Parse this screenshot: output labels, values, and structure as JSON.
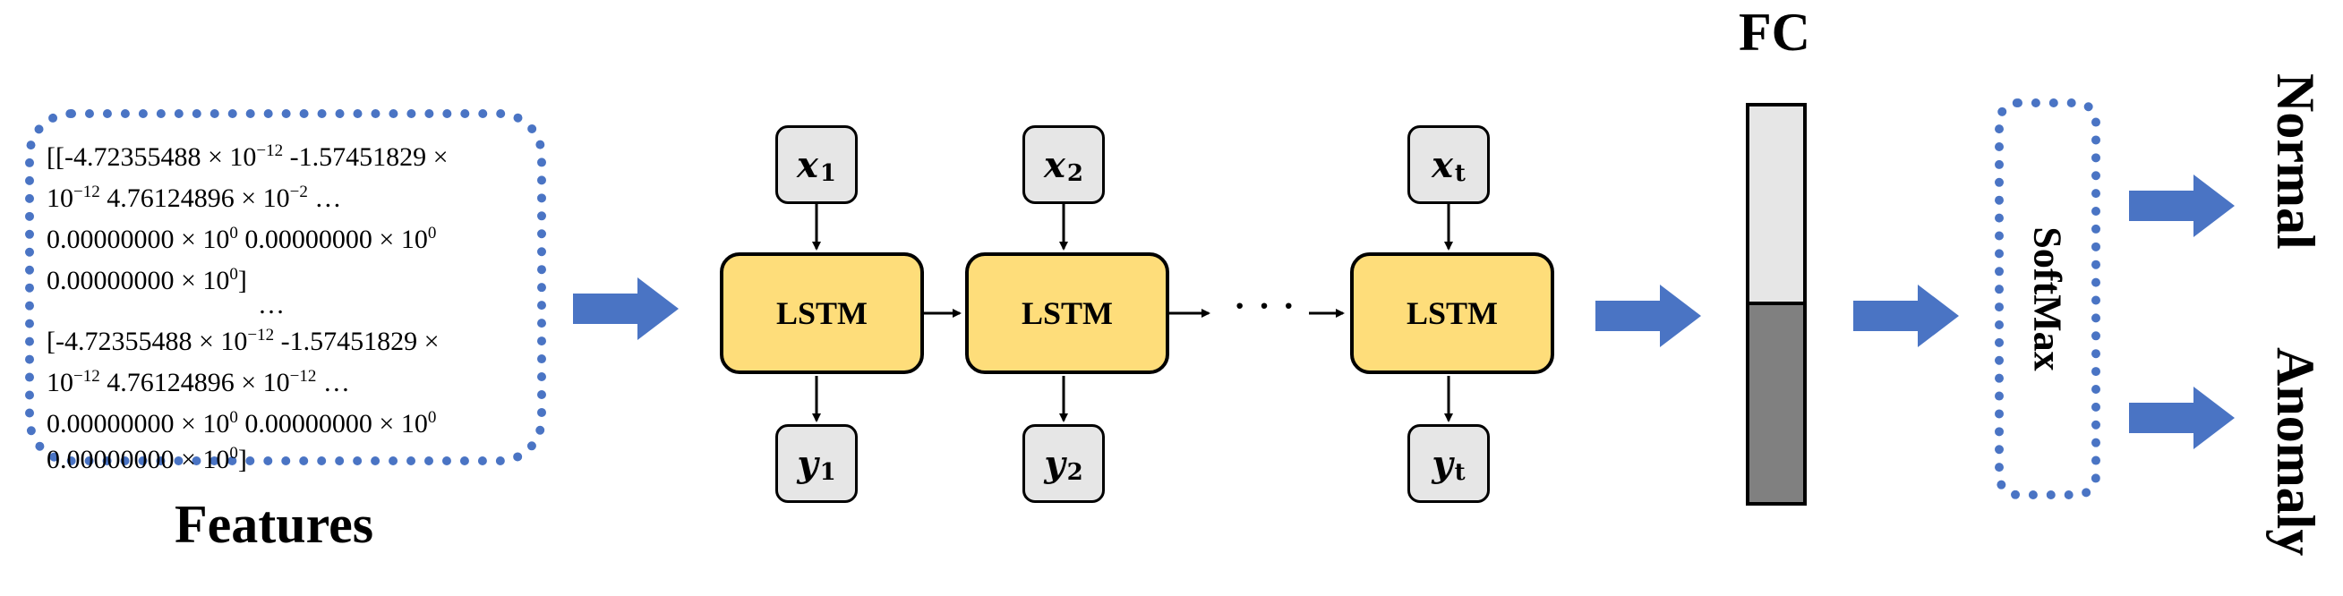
{
  "features": {
    "lines": [
      {
        "pre": "[[-4.72355488 × 10",
        "sup": "−12",
        "post": " -1.57451829 ×"
      },
      {
        "pre": "10",
        "sup": "−12",
        "post": " 4.76124896 × 10",
        "sup2": "−2",
        "post2": " …"
      },
      {
        "pre": "0.00000000 × 10",
        "sup": "0",
        "post": " 0.00000000 × 10",
        "sup2": "0",
        "post2": ""
      },
      {
        "pre": "0.00000000 × 10",
        "sup": "0",
        "post": "]"
      },
      {
        "pre": "…",
        "sup": "",
        "post": ""
      },
      {
        "pre": " [-4.72355488 × 10",
        "sup": "−12",
        "post": " -1.57451829 ×"
      },
      {
        "pre": "10",
        "sup": "−12",
        "post": " 4.76124896 × 10",
        "sup2": "−12",
        "post2": " …"
      },
      {
        "pre": "0.00000000 × 10",
        "sup": "0",
        "post": " 0.00000000 × 10",
        "sup2": "0",
        "post2": ""
      },
      {
        "pre": "0.00000000 × 10",
        "sup": "0",
        "post": "]"
      }
    ],
    "title": "Features"
  },
  "lstm": {
    "label": "LSTM",
    "inputs": [
      {
        "var": "x",
        "sub": "1"
      },
      {
        "var": "x",
        "sub": "2"
      },
      {
        "var": "x",
        "sub": "t"
      }
    ],
    "outputs": [
      {
        "var": "y",
        "sub": "1"
      },
      {
        "var": "y",
        "sub": "2"
      },
      {
        "var": "y",
        "sub": "t"
      }
    ],
    "ellipsis": "· · ·"
  },
  "fc": {
    "title": "FC"
  },
  "softmax": {
    "label": "SoftMax"
  },
  "outputs": {
    "normal": "Normal",
    "anomaly": "Anomaly"
  },
  "colors": {
    "accent_blue": "#4a74c4",
    "lstm_fill": "#fedd7a",
    "io_fill": "#e6e6e6",
    "fc_dark": "#808080"
  }
}
